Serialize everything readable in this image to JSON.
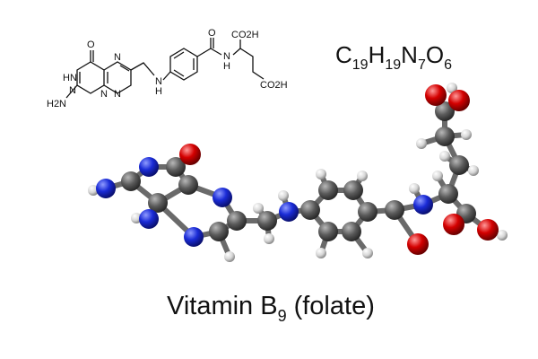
{
  "skeletal": {
    "oxo_label": "O",
    "nh_ring_label": "HN",
    "n_label": "N",
    "amine_label": "H2N",
    "nh_label": "N",
    "nh_h_label": "H",
    "amide_o_label": "O",
    "amide_nh_label": "N",
    "amide_h_label": "H",
    "co2h_top_label": "CO2H",
    "co2h_bottom_label": "CO2H"
  },
  "formula": {
    "C": "C",
    "C_count": "19",
    "H": "H",
    "H_count": "19",
    "N": "N",
    "N_count": "7",
    "O": "O",
    "O_count": "6"
  },
  "caption": {
    "main": "Vitamin B",
    "sub": "9",
    "suffix": "(folate)"
  },
  "colors": {
    "carbon": "#555555",
    "nitrogen": "#1a2bd6",
    "oxygen": "#d40000",
    "hydrogen": "#e6e6e6",
    "bond": "#666666"
  }
}
